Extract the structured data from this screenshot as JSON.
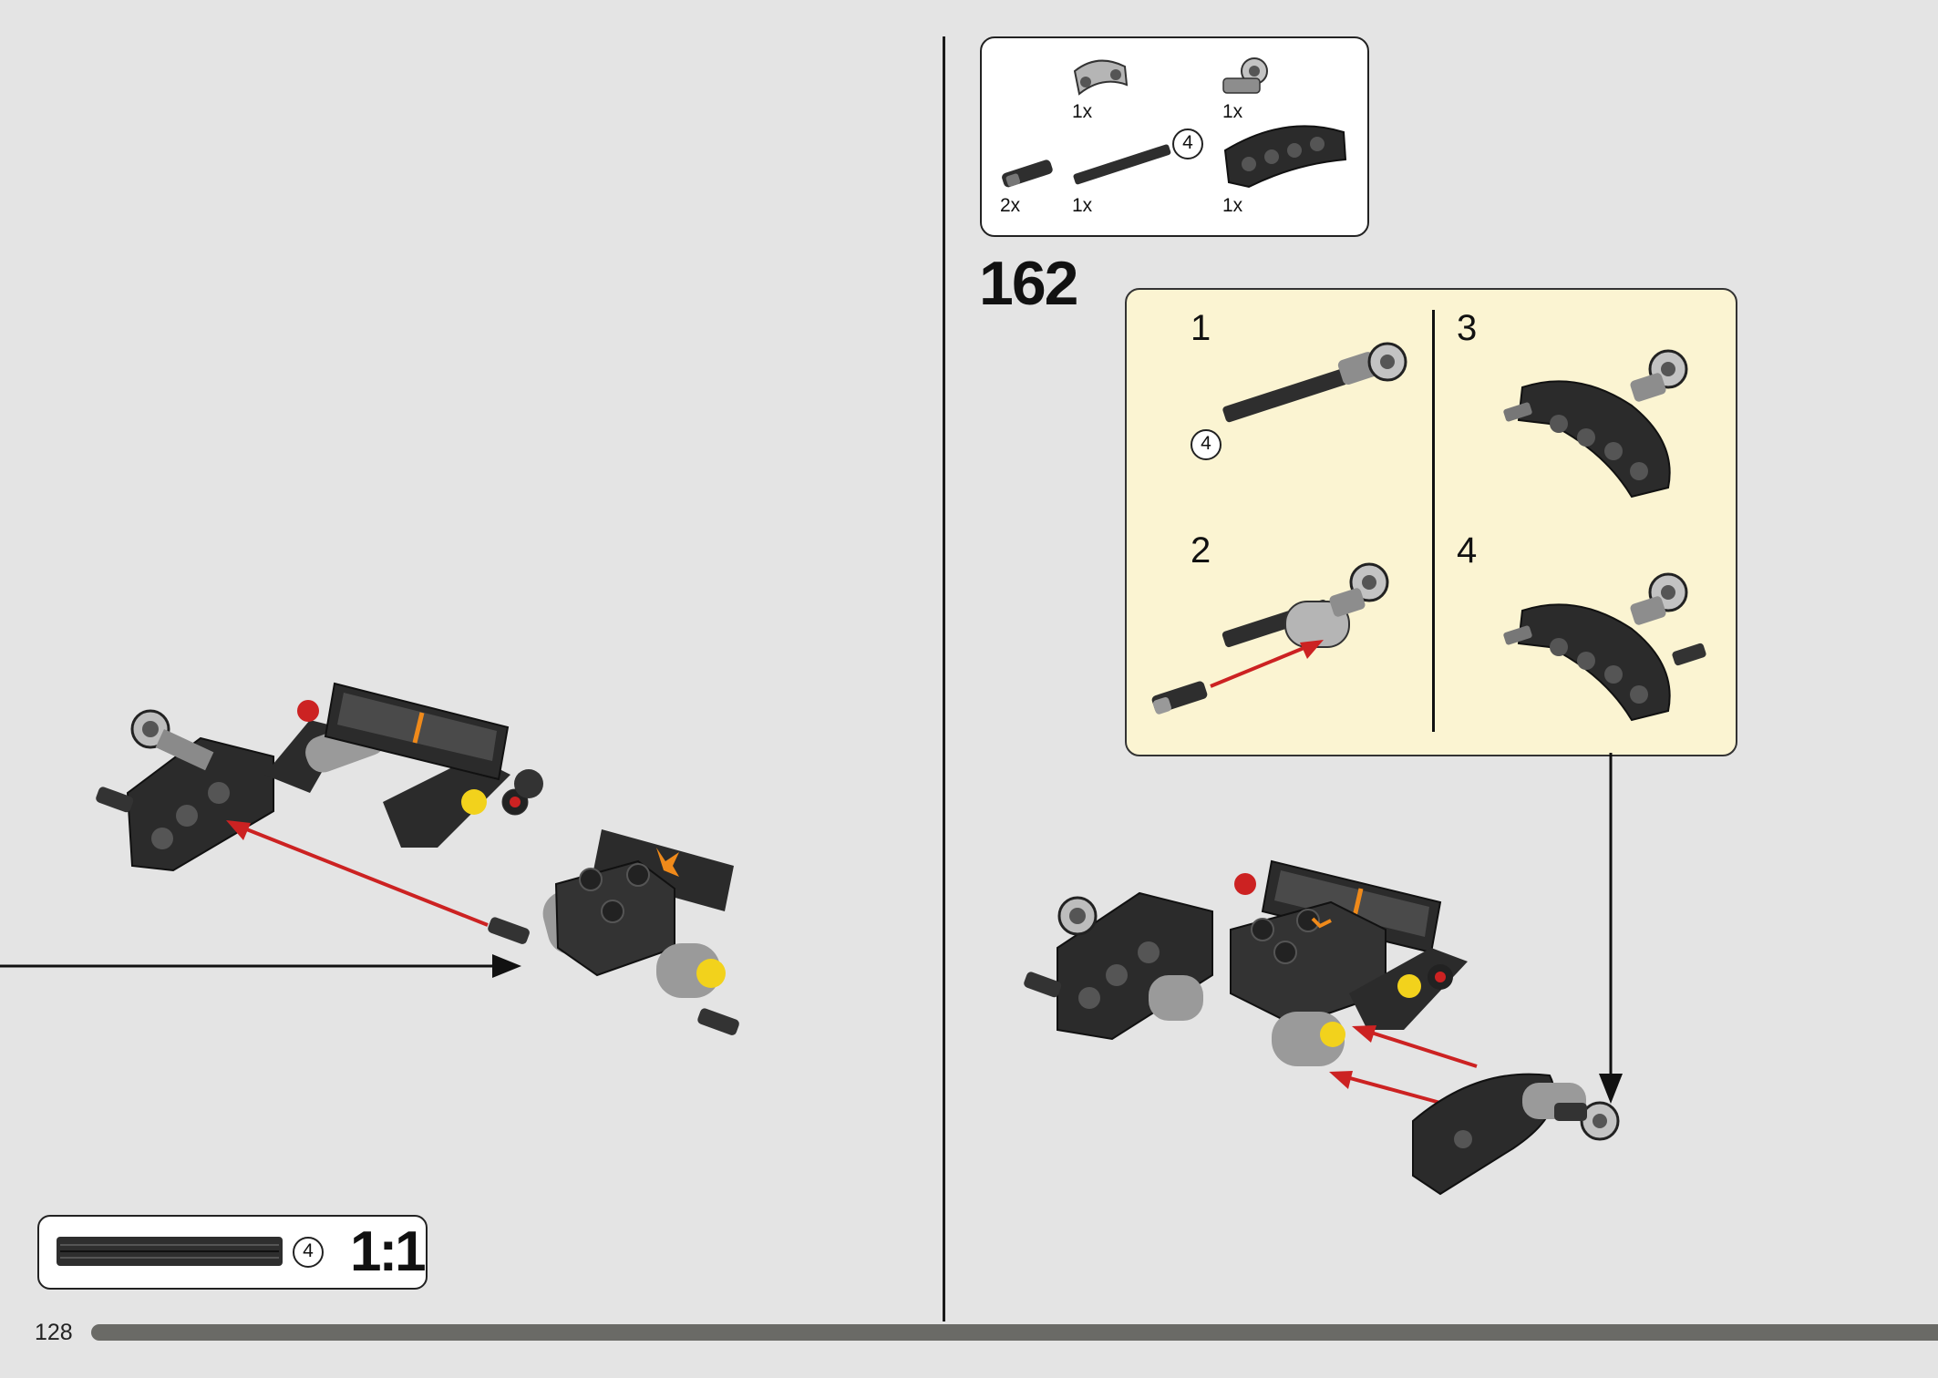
{
  "parts_list": {
    "items": [
      {
        "icon": "curved-liftarm-small-icon",
        "qty": "1x"
      },
      {
        "icon": "axle-connector-icon",
        "qty": "1x"
      },
      {
        "icon": "pin-icon",
        "qty": "2x"
      },
      {
        "icon": "axle-icon",
        "qty": "1x",
        "length": "4"
      },
      {
        "icon": "curved-liftarm-large-icon",
        "qty": "1x"
      }
    ]
  },
  "step": {
    "number": "162"
  },
  "sub_steps": [
    {
      "number": "1",
      "axle_length": "4"
    },
    {
      "number": "2"
    },
    {
      "number": "3"
    },
    {
      "number": "4"
    }
  ],
  "ruler": {
    "length": "4",
    "scale": "1:1"
  },
  "page": {
    "number": "128"
  },
  "colors": {
    "background": "#e4e4e4",
    "sub_panel": "#fbf4d2",
    "arrow": "#cc2222",
    "brick_dark": "#2a2a2a",
    "brick_light": "#9a9a9a",
    "accent_orange": "#f08a1a",
    "accent_yellow": "#f2d21c"
  }
}
